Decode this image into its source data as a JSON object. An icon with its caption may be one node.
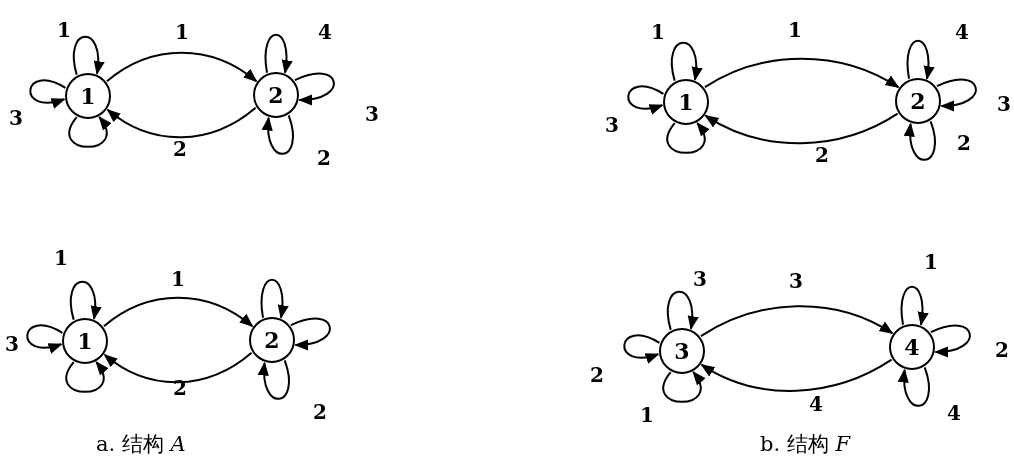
{
  "diagram": {
    "nodes": [
      {
        "text": [
          "1"
        ]
      },
      {
        "text": [
          "2"
        ]
      },
      {
        "text": [
          "1"
        ]
      },
      {
        "text": [
          "2"
        ]
      },
      {
        "text": [
          "1"
        ]
      },
      {
        "text": [
          "2"
        ]
      },
      {
        "text": [
          "3"
        ]
      },
      {
        "text": [
          "4"
        ]
      }
    ],
    "edges": [
      {
        "from": 0,
        "to": 0,
        "arrow": "to",
        "label": "1"
      },
      {
        "from": 0,
        "to": 0,
        "arrow": "to",
        "label": "3"
      },
      {
        "from": 0,
        "to": 0,
        "arrow": "to"
      },
      {
        "from": 0,
        "to": 1,
        "arrow": "to",
        "label": "1"
      },
      {
        "from": 1,
        "to": 1,
        "arrow": "to",
        "label": "4"
      },
      {
        "from": 1,
        "to": 1,
        "arrow": "to",
        "label": "3"
      },
      {
        "from": 1,
        "to": 1,
        "arrow": "to",
        "label": "2"
      },
      {
        "from": 1,
        "to": 0,
        "arrow": "to",
        "label": "2"
      },
      {
        "from": 2,
        "to": 2,
        "arrow": "to",
        "label": "1"
      },
      {
        "from": 2,
        "to": 2,
        "arrow": "to",
        "label": "3"
      },
      {
        "from": 2,
        "to": 2,
        "arrow": "to"
      },
      {
        "from": 2,
        "to": 3,
        "arrow": "to",
        "label": "1"
      },
      {
        "from": 3,
        "to": 3,
        "arrow": "to",
        "label": "4"
      },
      {
        "from": 3,
        "to": 3,
        "arrow": "to",
        "label": "3"
      },
      {
        "from": 3,
        "to": 3,
        "arrow": "to",
        "label": "2"
      },
      {
        "from": 3,
        "to": 2,
        "arrow": "to",
        "label": "2"
      },
      {
        "from": 4,
        "to": 4,
        "arrow": "to",
        "label": "1"
      },
      {
        "from": 4,
        "to": 4,
        "arrow": "to",
        "label": "3"
      },
      {
        "from": 4,
        "to": 4,
        "arrow": "to"
      },
      {
        "from": 4,
        "to": 5,
        "arrow": "to",
        "label": "1"
      },
      {
        "from": 5,
        "to": 5,
        "arrow": "to"
      },
      {
        "from": 5,
        "to": 5,
        "arrow": "to"
      },
      {
        "from": 5,
        "to": 5,
        "arrow": "to",
        "label": "2"
      },
      {
        "from": 5,
        "to": 4,
        "arrow": "to",
        "label": "2"
      },
      {
        "from": 6,
        "to": 6,
        "arrow": "to",
        "label": "3"
      },
      {
        "from": 6,
        "to": 6,
        "arrow": "to",
        "label": "2"
      },
      {
        "from": 6,
        "to": 6,
        "arrow": "to",
        "label": "1"
      },
      {
        "from": 6,
        "to": 7,
        "arrow": "to",
        "label": "3"
      },
      {
        "from": 7,
        "to": 7,
        "arrow": "to",
        "label": "1"
      },
      {
        "from": 7,
        "to": 7,
        "arrow": "to",
        "label": "2"
      },
      {
        "from": 7,
        "to": 7,
        "arrow": "to",
        "label": "4"
      },
      {
        "from": 7,
        "to": 6,
        "arrow": "to",
        "label": "4"
      }
    ],
    "labels": [
      "a. 结构 *A*",
      "b. 结构 *F*"
    ]
  }
}
